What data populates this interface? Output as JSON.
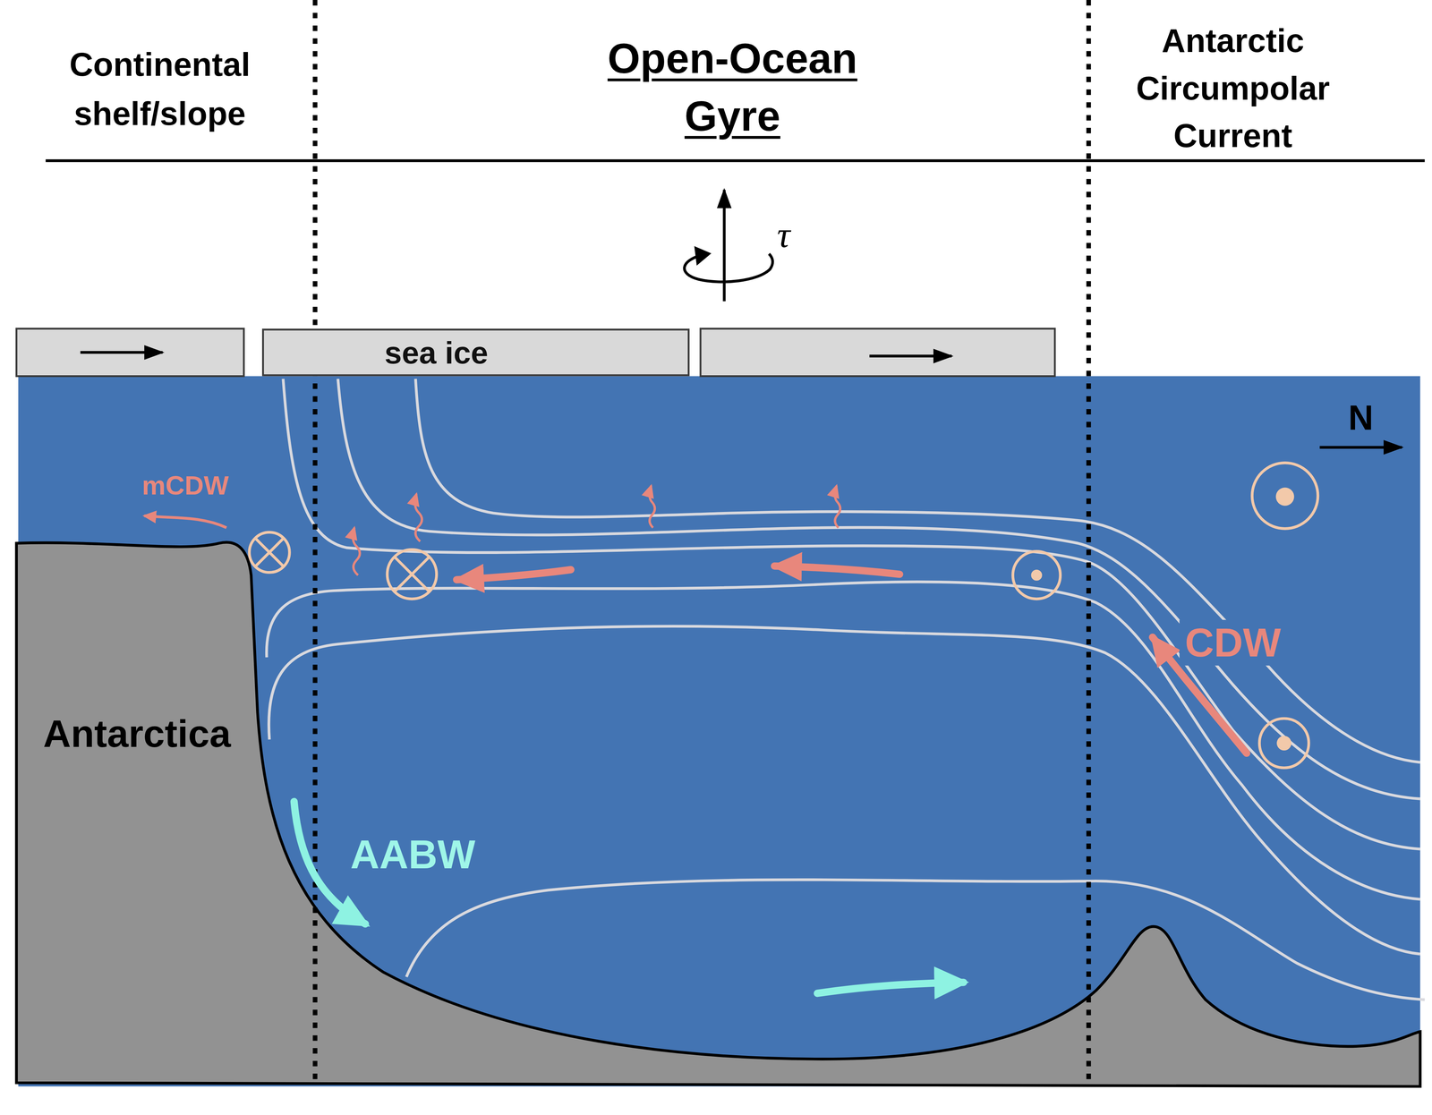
{
  "diagram": {
    "nodes": [
      {
        "text": [
          "sea ice"
        ]
      }
    ],
    "labels": [
      "Continental shelf/slope",
      "Open-Ocean Gyre",
      "Antarctic Circumpolar Current",
      "τ",
      "N",
      "mCDW",
      "CDW",
      "AABW",
      "Antarctica"
    ]
  }
}
